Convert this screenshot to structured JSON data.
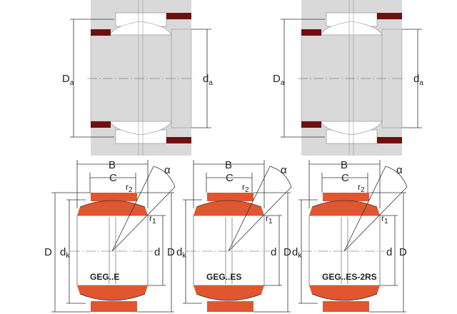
{
  "colors": {
    "ring": "#e0562e",
    "housing": "#6e1010",
    "gray": "#d9d9d9"
  },
  "mounting": [
    {
      "housing_dim": "D",
      "housing_sub": "a",
      "shaft_dim": "d",
      "shaft_sub": "a"
    },
    {
      "housing_dim": "D",
      "housing_sub": "a",
      "shaft_dim": "d",
      "shaft_sub": "a"
    }
  ],
  "bearings": [
    {
      "model": "GEG..E",
      "B": "B",
      "C": "C",
      "alpha": "α",
      "r2": "r",
      "r2_sub": "2",
      "r1": "r",
      "r1_sub": "1",
      "D": "D",
      "dk": "d",
      "dk_sub": "k",
      "d": "d"
    },
    {
      "model": "GEG..ES",
      "B": "B",
      "C": "C",
      "alpha": "α",
      "r2": "r",
      "r2_sub": "2",
      "r1": "r",
      "r1_sub": "1",
      "D": "D",
      "dk": "d",
      "dk_sub": "k",
      "d": "d"
    },
    {
      "model": "GEG..ES-2RS",
      "B": "B",
      "C": "C",
      "alpha": "α",
      "r2": "r",
      "r2_sub": "2",
      "r1": "r",
      "r1_sub": "1",
      "D": "D",
      "dk": "d",
      "dk_sub": "k",
      "d": "d"
    }
  ]
}
